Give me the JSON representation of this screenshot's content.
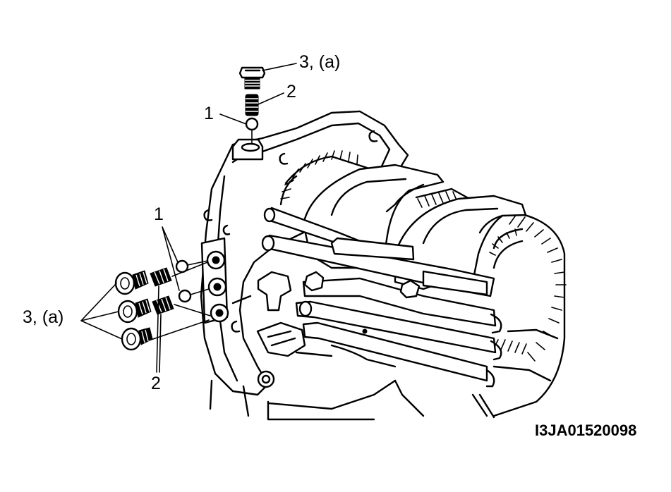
{
  "figure_id": "I3JA01520098",
  "callouts": {
    "top_bolt": "3, (a)",
    "top_spring": "2",
    "top_ball": "1",
    "side_balls": "1",
    "side_bolts": "3, (a)",
    "side_springs": "2"
  },
  "colors": {
    "ink": "#000000",
    "paper": "#ffffff"
  },
  "icons": {
    "plug-bolt": "hex-head bolt with washer",
    "spring": "coil spring",
    "ball": "locating ball"
  }
}
